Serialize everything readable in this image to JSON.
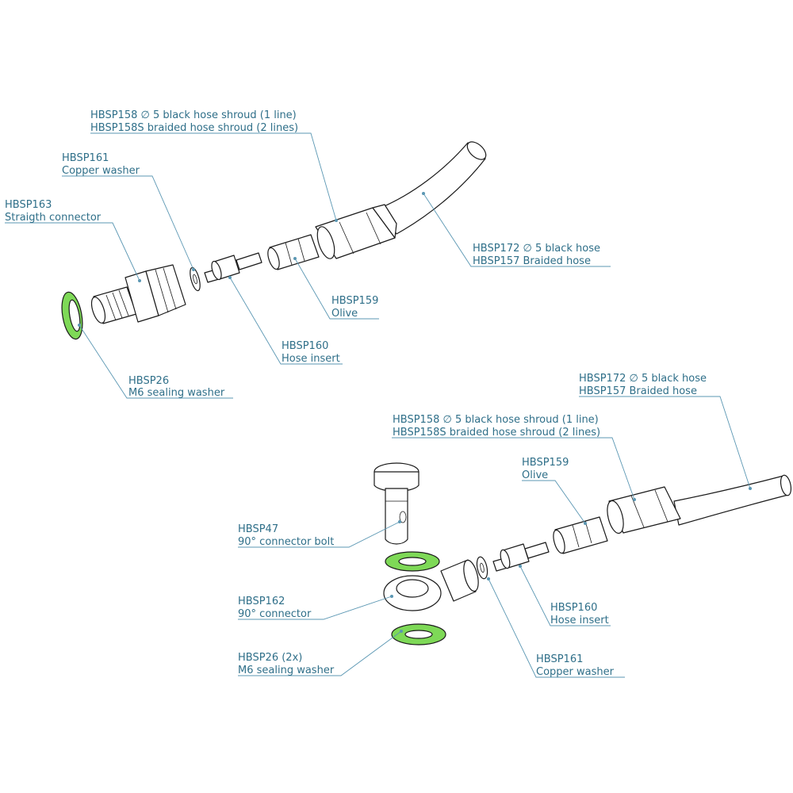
{
  "colors": {
    "label_text": "#2f6f89",
    "leader_line": "#5b97b3",
    "washer_highlight": "#7ed957",
    "outline": "#1a1a1a"
  },
  "top_assembly": {
    "shroud": {
      "code": "HBSP158 ∅ 5 black hose shroud (1 line)",
      "alt": "HBSP158S braided hose shroud (2 lines)"
    },
    "copper_washer": {
      "code": "HBSP161",
      "name": "Copper washer"
    },
    "straight_connector": {
      "code": "HBSP163",
      "name": "Straigth connector"
    },
    "hose": {
      "code": "HBSP172 ∅ 5 black hose",
      "alt": "HBSP157 Braided hose"
    },
    "olive": {
      "code": "HBSP159",
      "name": "Olive"
    },
    "hose_insert": {
      "code": "HBSP160",
      "name": "Hose insert"
    },
    "sealing_washer": {
      "code": "HBSP26",
      "name": "M6 sealing washer"
    }
  },
  "bottom_assembly": {
    "hose": {
      "code": "HBSP172 ∅ 5 black hose",
      "alt": "HBSP157 Braided hose"
    },
    "shroud": {
      "code": "HBSP158 ∅ 5 black hose shroud (1 line)",
      "alt": "HBSP158S braided hose shroud (2 lines)"
    },
    "olive": {
      "code": "HBSP159",
      "name": "Olive"
    },
    "connector_bolt": {
      "code": "HBSP47",
      "name": "90° connector bolt"
    },
    "connector": {
      "code": "HBSP162",
      "name": "90° connector"
    },
    "hose_insert": {
      "code": "HBSP160",
      "name": "Hose insert"
    },
    "sealing_washer": {
      "code": "HBSP26 (2x)",
      "name": "M6 sealing washer"
    },
    "copper_washer": {
      "code": "HBSP161",
      "name": "Copper washer"
    }
  }
}
